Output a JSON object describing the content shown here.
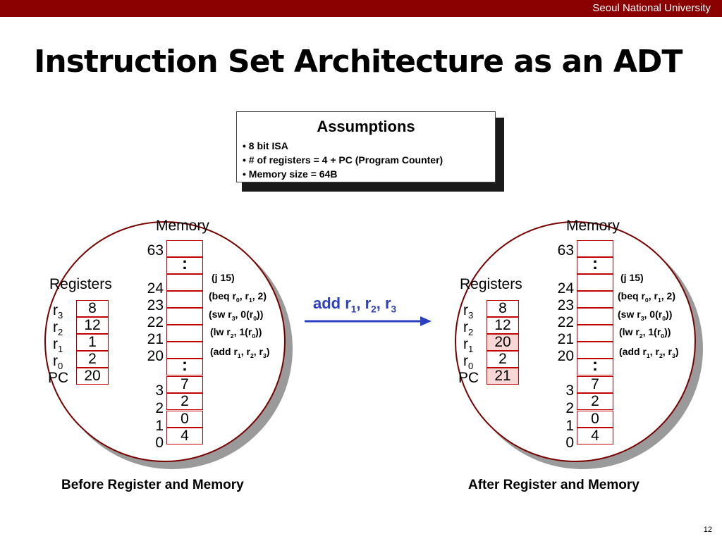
{
  "header": {
    "university": "Seoul National University"
  },
  "title": "Instruction Set Architecture as an ADT",
  "assumptions": {
    "title": "Assumptions",
    "lines": [
      "• 8 bit ISA",
      "• # of registers = 4 + PC (Program Counter)",
      "• Memory size = 64B"
    ]
  },
  "transition": {
    "label_base": "add r",
    "r1": "1",
    "sep1": ", r",
    "r2": "2",
    "sep2": ", r",
    "r3": "3"
  },
  "panels": [
    {
      "memory_label": "Memory",
      "registers_label": "Registers",
      "registers": [
        {
          "name": "r",
          "sub": "3",
          "value": "8"
        },
        {
          "name": "r",
          "sub": "2",
          "value": "12"
        },
        {
          "name": "r",
          "sub": "1",
          "value": "1"
        },
        {
          "name": "r",
          "sub": "0",
          "value": "2"
        },
        {
          "name": "PC",
          "sub": "",
          "value": "20"
        }
      ],
      "caption": "Before Register and Memory"
    },
    {
      "memory_label": "Memory",
      "registers_label": "Registers",
      "registers": [
        {
          "name": "r",
          "sub": "3",
          "value": "8"
        },
        {
          "name": "r",
          "sub": "2",
          "value": "12"
        },
        {
          "name": "r",
          "sub": "1",
          "value": "20"
        },
        {
          "name": "r",
          "sub": "0",
          "value": "2"
        },
        {
          "name": "PC",
          "sub": "",
          "value": "21"
        }
      ],
      "caption": "After Register and Memory"
    }
  ],
  "memory": {
    "addresses": {
      "a63": "63",
      "a24": "24",
      "a23": "23",
      "a22": "22",
      "a21": "21",
      "a20": "20",
      "a3": "3",
      "a2": "2",
      "a1": "1",
      "a0": "0"
    },
    "colon": ":",
    "low_values": [
      "7",
      "2",
      "0",
      "4"
    ],
    "annotations": {
      "j": "(j 15)",
      "beq": {
        "t0": "(beq r",
        "s0": "0",
        "t1": ", r",
        "s1": "1",
        "t2": ", 2)"
      },
      "sw": {
        "t0": "(sw r",
        "s0": "3",
        "t1": ", 0(r",
        "s1": "0",
        "t2": "))"
      },
      "lw": {
        "t0": "(lw r",
        "s0": "2",
        "t1": ", 1(r",
        "s1": "0",
        "t2": "))"
      },
      "add": {
        "t0": "(add r",
        "s0": "1",
        "t1": ", r",
        "s1": "2",
        "t2": ", r",
        "s2": "3",
        "t3": ")"
      }
    }
  },
  "page_number": "12",
  "colors": {
    "bar": "#8b0000",
    "box_border": "#c00000",
    "arrow": "#2b3fbf"
  }
}
